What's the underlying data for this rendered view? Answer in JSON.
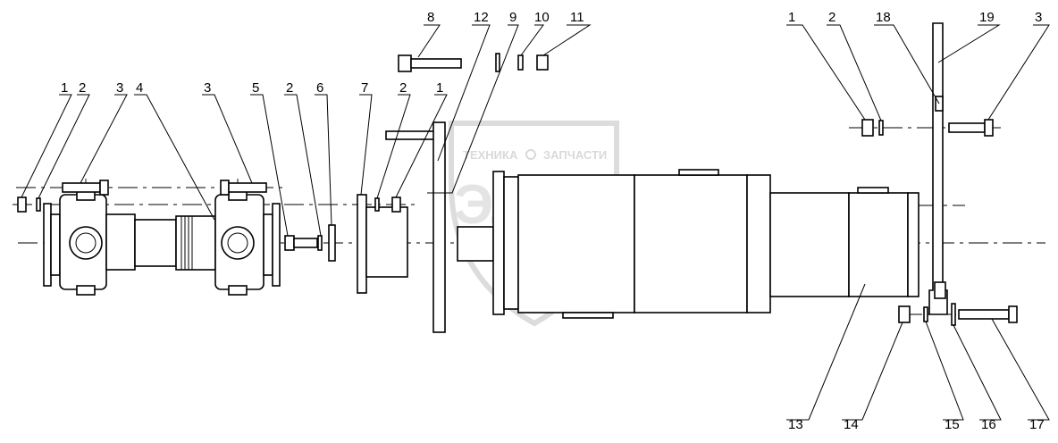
{
  "colors": {
    "line": "#000000",
    "background": "#ffffff",
    "watermark": "#d9d9d9"
  },
  "watermark": {
    "top_left": "ТЕХНИКА",
    "top_right": "ЗАПЧАСТИ",
    "big": "ЭЛФ"
  },
  "callouts": [
    "1",
    "2",
    "3",
    "4",
    "3",
    "5",
    "2",
    "6",
    "7",
    "2",
    "1",
    "8",
    "12",
    "9",
    "10",
    "11",
    "1",
    "2",
    "18",
    "19",
    "3",
    "13",
    "14",
    "15",
    "16",
    "17"
  ]
}
